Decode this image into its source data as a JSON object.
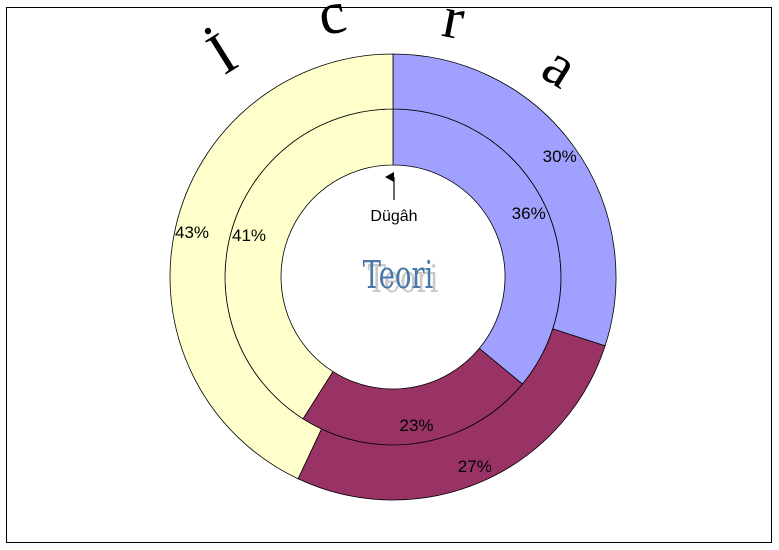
{
  "chart_data": {
    "type": "doughnut",
    "title": "İcra",
    "center_text": "Teori",
    "start_label": "Dügâh",
    "colors": {
      "blue": "#a0a0ff",
      "maroon": "#993366",
      "cream": "#ffffcc"
    },
    "rings": [
      {
        "name": "",
        "segments": [
          {
            "value": 36,
            "label": "36%",
            "color": "#a0a0ff"
          },
          {
            "value": 23,
            "label": "23%",
            "color": "#993366"
          },
          {
            "value": 41,
            "label": "41%",
            "color": "#ffffcc"
          }
        ]
      },
      {
        "name": "",
        "segments": [
          {
            "value": 30,
            "label": "30%",
            "color": "#a0a0ff"
          },
          {
            "value": 27,
            "label": "27%",
            "color": "#993366"
          },
          {
            "value": 43,
            "label": "43%",
            "color": "#ffffcc"
          }
        ]
      }
    ]
  }
}
